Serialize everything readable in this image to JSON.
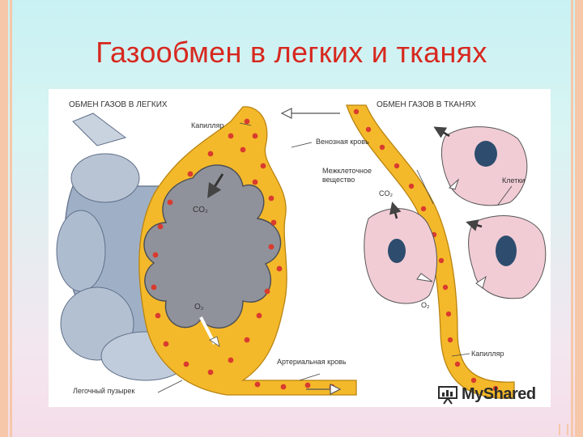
{
  "slide": {
    "title": "Газообмен в легких и тканях"
  },
  "diagram": {
    "labels": {
      "lungs_header": "ОБМЕН ГАЗОВ В ЛЕГКИХ",
      "tissues_header": "ОБМЕН ГАЗОВ В ТКАНЯХ",
      "capillary_top": "Капилляр",
      "venous_blood": "Венозная кровь",
      "intercellular_1": "Межклеточное",
      "intercellular_2": "вещество",
      "co2_lung": "CO₂",
      "o2_lung": "O₂",
      "co2_tissue": "CO₂",
      "o2_tissue": "O₂",
      "cells": "Клетки",
      "arterial_blood": "Артериальная кровь",
      "capillary_bottom": "Капилляр",
      "alveolus": "Легочный пузырек"
    },
    "colors": {
      "capillary_fill": "#f4b92a",
      "blood_cell": "#d93b2f",
      "alveolus_gray": "#8f929b",
      "lung_blue": "#a8b6c8",
      "cell_fill": "#f1ccd5",
      "nucleus": "#2e4d6e"
    }
  },
  "watermark": {
    "text": "MyShared",
    "icon": "presentation-icon"
  }
}
